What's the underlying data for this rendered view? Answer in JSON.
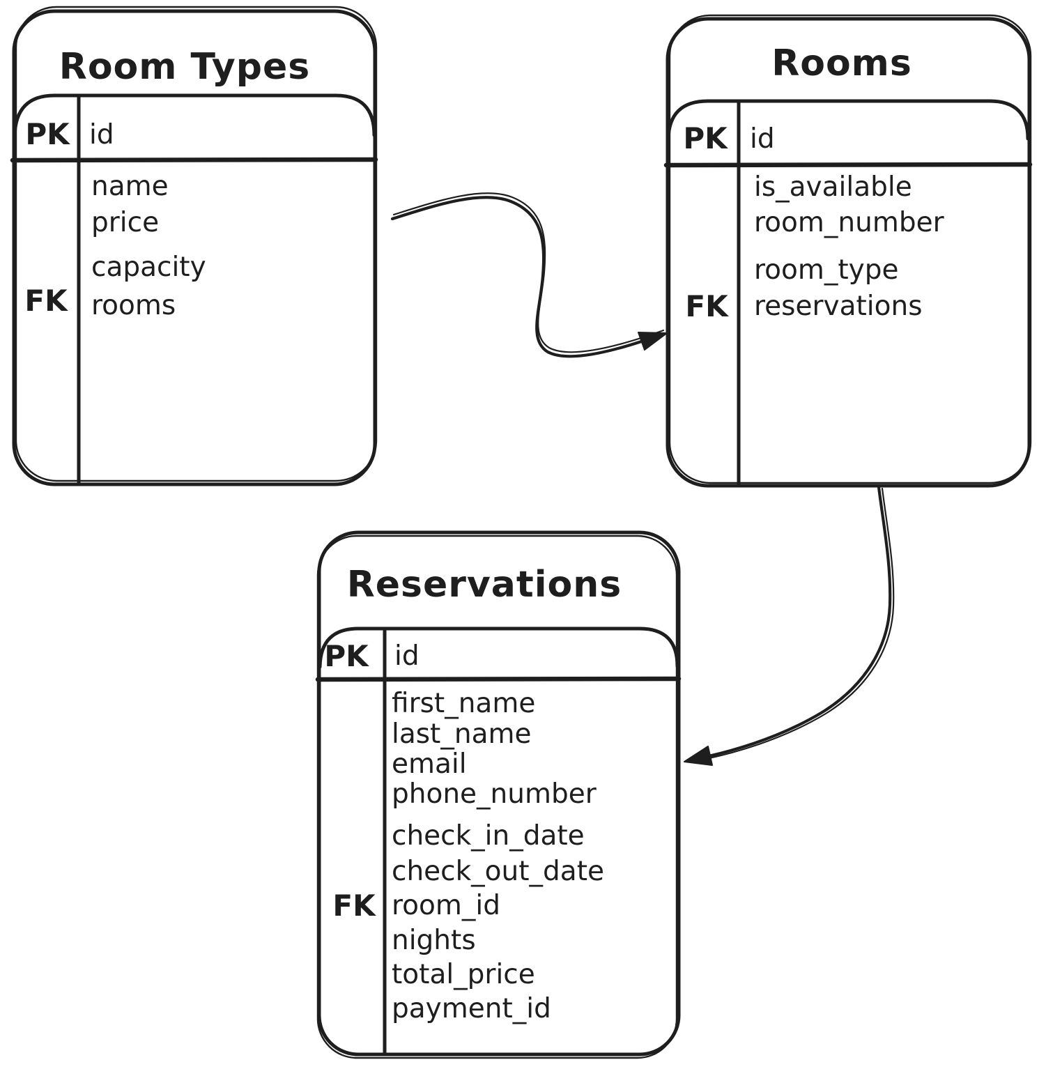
{
  "diagram": {
    "background": "#ffffff",
    "stroke_color": "#1e1e1e",
    "tables": [
      {
        "title": "Room Types",
        "header": {
          "key": "PK",
          "field": "id"
        },
        "rows": [
          {
            "key": "",
            "field": "name"
          },
          {
            "key": "",
            "field": "price"
          },
          {
            "key": "",
            "field": "capacity"
          },
          {
            "key": "FK",
            "field": "rooms"
          }
        ]
      },
      {
        "title": "Rooms",
        "header": {
          "key": "PK",
          "field": "id"
        },
        "rows": [
          {
            "key": "",
            "field": "is_available"
          },
          {
            "key": "",
            "field": "room_number"
          },
          {
            "key": "",
            "field": "room_type"
          },
          {
            "key": "FK",
            "field": "reservations"
          }
        ]
      },
      {
        "title": "Reservations",
        "header": {
          "key": "PK",
          "field": "id"
        },
        "rows": [
          {
            "key": "",
            "field": "first_name"
          },
          {
            "key": "",
            "field": "last_name"
          },
          {
            "key": "",
            "field": "email"
          },
          {
            "key": "",
            "field": "phone_number"
          },
          {
            "key": "",
            "field": "check_in_date"
          },
          {
            "key": "",
            "field": "check_out_date"
          },
          {
            "key": "FK",
            "field": "room_id"
          },
          {
            "key": "",
            "field": "nights"
          },
          {
            "key": "",
            "field": "total_price"
          },
          {
            "key": "",
            "field": "payment_id"
          }
        ]
      }
    ],
    "relations": [
      {
        "from": "Room Types",
        "to": "Rooms"
      },
      {
        "from": "Rooms",
        "to": "Reservations"
      }
    ]
  }
}
